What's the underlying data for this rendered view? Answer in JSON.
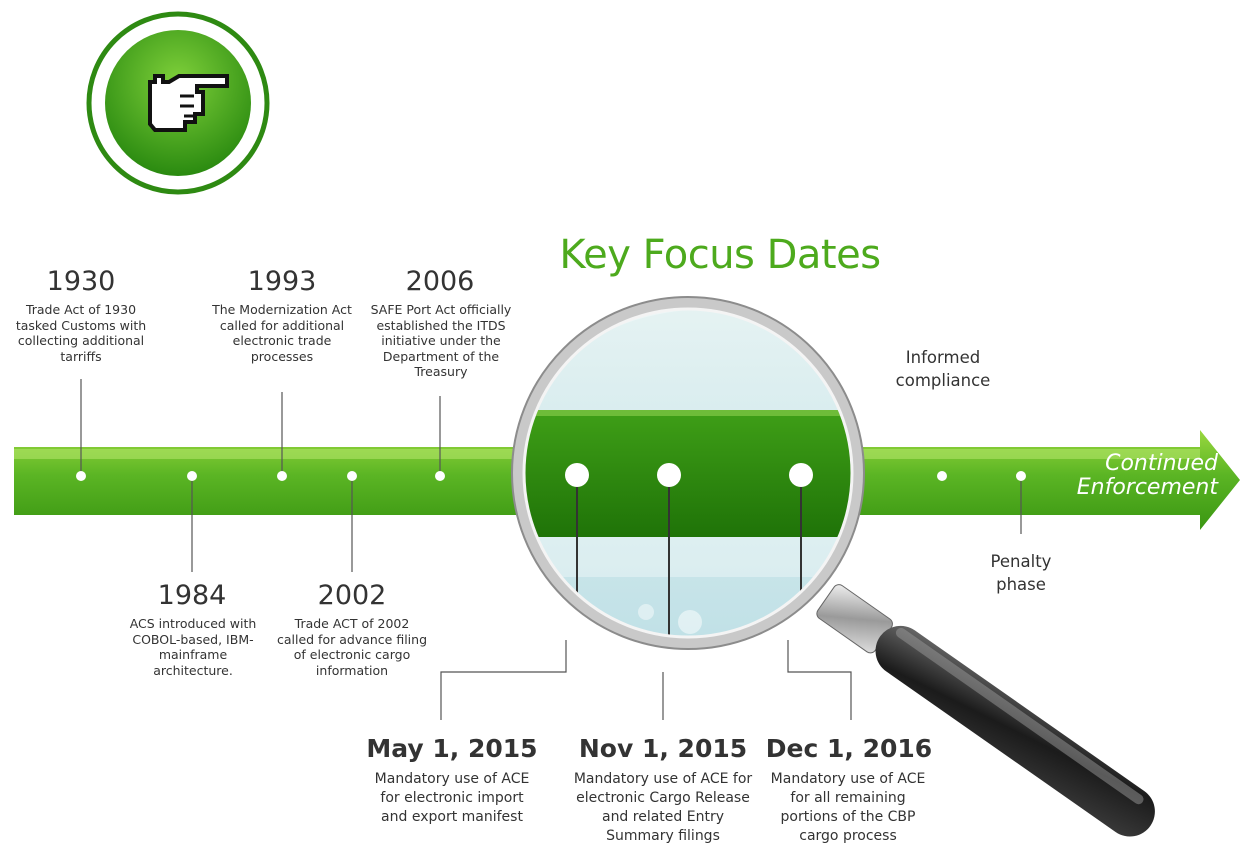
{
  "title": "Key Focus Dates",
  "colors": {
    "green_primary": "#4daa1d",
    "green_dark": "#2f8a0e",
    "green_light": "#8cd43a",
    "text": "#333333",
    "icon_ring": "#2e8a12"
  },
  "icons": {
    "badge": "pointing-hand-icon",
    "magnifier": "magnifying-glass-icon"
  },
  "events": [
    {
      "year": "1930",
      "text": "Trade Act of 1930 tasked Customs with collecting additional tarriffs"
    },
    {
      "year": "1984",
      "text": "ACS introduced with COBOL-based, IBM-mainframe architecture."
    },
    {
      "year": "1993",
      "text": "The Modernization Act called for additional electronic trade processes"
    },
    {
      "year": "2002",
      "text": "Trade ACT of 2002 called for advance filing of electronic cargo information"
    },
    {
      "year": "2006",
      "text": "SAFE Port Act officially established the ITDS initiative under the Department of the Treasury"
    }
  ],
  "key_dates": [
    {
      "date": "May 1, 2015",
      "text": "Mandatory use of ACE for electronic import and export manifest"
    },
    {
      "date": "Nov 1, 2015",
      "text": "Mandatory use of ACE for electronic Cargo Release and related Entry Summary filings"
    },
    {
      "date": "Dec 1, 2016",
      "text": "Mandatory use of ACE for all remaining portions of the CBP cargo process"
    }
  ],
  "phases": {
    "informed": "Informed compliance",
    "penalty": "Penalty phase",
    "continued": "Continued Enforcement"
  }
}
